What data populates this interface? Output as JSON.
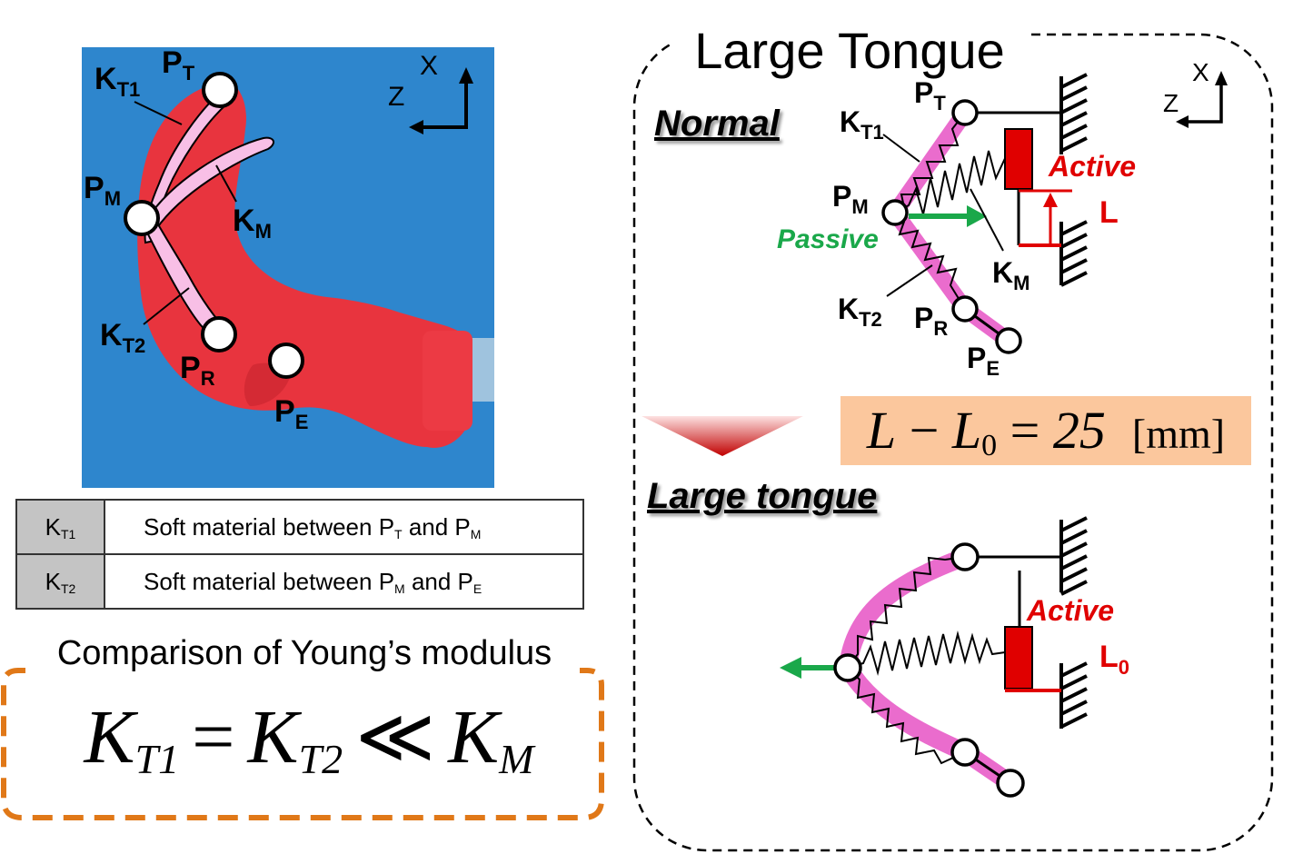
{
  "photo": {
    "labels": {
      "kt1": {
        "main": "K",
        "sub": "T1"
      },
      "pt": {
        "main": "P",
        "sub": "T"
      },
      "pm": {
        "main": "P",
        "sub": "M"
      },
      "km": {
        "main": "K",
        "sub": "M"
      },
      "kt2": {
        "main": "K",
        "sub": "T2"
      },
      "pr": {
        "main": "P",
        "sub": "R"
      },
      "pe": {
        "main": "P",
        "sub": "E"
      }
    },
    "axes": {
      "x": "X",
      "z": "Z"
    },
    "colors": {
      "background": "#2e86cd",
      "tongue": "#e8343e",
      "strip": "#f8bfe6"
    }
  },
  "table": {
    "rows": [
      {
        "symbol": "K",
        "symbol_sub": "T1",
        "text_a": "Soft material  between  P",
        "sub_a": "T",
        "text_b": " and P",
        "sub_b": "M"
      },
      {
        "symbol": "K",
        "symbol_sub": "T2",
        "text_a": "Soft material  between  P",
        "sub_a": "M",
        "text_b": " and P",
        "sub_b": "E"
      }
    ]
  },
  "comparison": {
    "title": "Comparison of Young’s modulus",
    "k1": "K",
    "k1_sub": "T1",
    "eq": "=",
    "k2": "K",
    "k2_sub": "T2",
    "ll": "≪",
    "k3": "K",
    "k3_sub": "M",
    "border_color": "#e07818"
  },
  "right": {
    "title": "Large Tongue",
    "normal_title": "Normal",
    "large_title": "Large tongue",
    "equation": {
      "l": "L",
      "minus": "−",
      "l0": "L",
      "l0_sub": "0",
      "equals": "=",
      "value": "25",
      "unit": "[mm]"
    },
    "normal": {
      "pt": {
        "main": "P",
        "sub": "T"
      },
      "kt1": {
        "main": "K",
        "sub": "T1"
      },
      "pm": {
        "main": "P",
        "sub": "M"
      },
      "passive": "Passive",
      "km": {
        "main": "K",
        "sub": "M"
      },
      "kt2": {
        "main": "K",
        "sub": "T2"
      },
      "pr": {
        "main": "P",
        "sub": "R"
      },
      "pe": {
        "main": "P",
        "sub": "E"
      },
      "active": "Active",
      "l": "L"
    },
    "large": {
      "active": "Active",
      "l0": {
        "main": "L",
        "sub": "0"
      }
    },
    "axes": {
      "x": "X",
      "z": "Z"
    },
    "colors": {
      "active": "#e00000",
      "passive": "#1aa84a",
      "band": "#e85cc8",
      "arrow": "#c00000"
    }
  }
}
